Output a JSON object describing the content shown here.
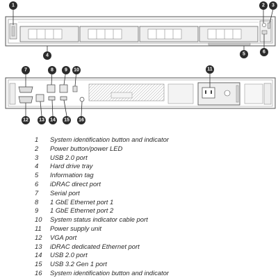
{
  "callouts": {
    "c1": "1",
    "c2": "2",
    "c3": "3",
    "c4": "4",
    "c5": "5",
    "c6": "6",
    "c7": "7",
    "c8": "8",
    "c9": "9",
    "c10": "10",
    "c11": "11",
    "c12": "12",
    "c13": "13",
    "c14": "14",
    "c15": "15",
    "c16": "16"
  },
  "legend": [
    {
      "num": "1",
      "label": "System identification button and indicator"
    },
    {
      "num": "2",
      "label": "Power button/power LED"
    },
    {
      "num": "3",
      "label": "USB 2.0 port"
    },
    {
      "num": "4",
      "label": "Hard drive tray"
    },
    {
      "num": "5",
      "label": "Information tag"
    },
    {
      "num": "6",
      "label": "iDRAC direct port"
    },
    {
      "num": "7",
      "label": "Serial port"
    },
    {
      "num": "8",
      "label": "1 GbE Ethernet port 1"
    },
    {
      "num": "9",
      "label": "1 GbE Ethernet port 2"
    },
    {
      "num": "10",
      "label": "System status indicator cable port"
    },
    {
      "num": "11",
      "label": "Power supply unit"
    },
    {
      "num": "12",
      "label": "VGA port"
    },
    {
      "num": "13",
      "label": "iDRAC dedicated Ethernet port"
    },
    {
      "num": "14",
      "label": "USB 2.0 port"
    },
    {
      "num": "15",
      "label": "USB 3.2 Gen 1 port"
    },
    {
      "num": "16",
      "label": "System identification button and indicator"
    }
  ]
}
